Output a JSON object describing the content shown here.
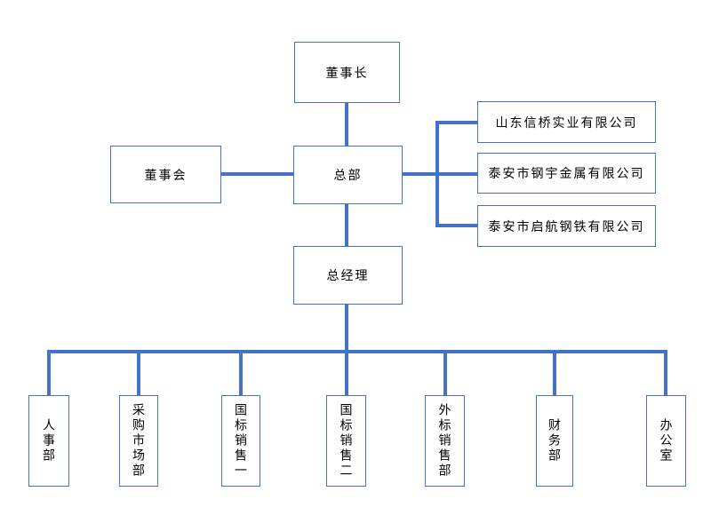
{
  "diagram": {
    "type": "org-chart",
    "nodes": {
      "chairman": {
        "label": "董事长"
      },
      "board": {
        "label": "董事会"
      },
      "headquarters": {
        "label": "总部"
      },
      "general_manager": {
        "label": "总经理"
      }
    },
    "companies": [
      {
        "label": "山东信桥实业有限公司"
      },
      {
        "label": "泰安市钢宇金属有限公司"
      },
      {
        "label": "泰安市启航钢铁有限公司"
      }
    ],
    "departments": [
      {
        "label": "人事部"
      },
      {
        "label": "采购市场部"
      },
      {
        "label": "国标销售一"
      },
      {
        "label": "国标销售二"
      },
      {
        "label": "外标销售部"
      },
      {
        "label": "财务部"
      },
      {
        "label": "办公室"
      }
    ],
    "colors": {
      "line": "#4472C4",
      "border": "#4472C4",
      "text": "#000000",
      "background": "#FFFFFF"
    }
  }
}
